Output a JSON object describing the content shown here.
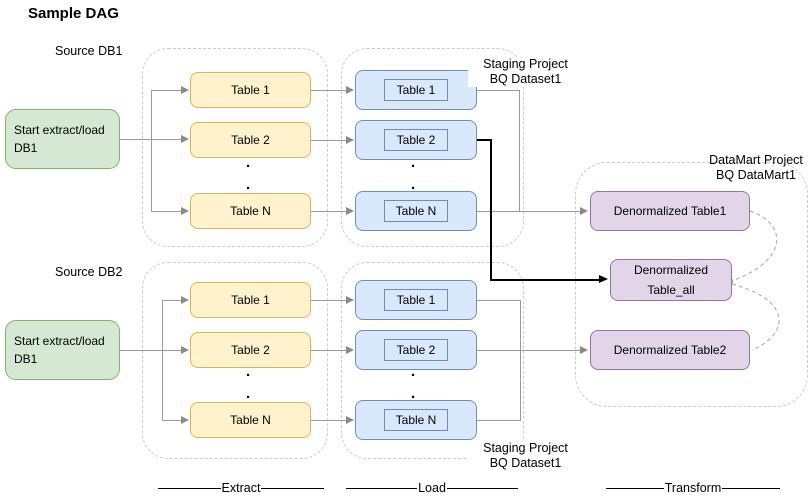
{
  "title": "Sample DAG",
  "dot": ".",
  "stages": {
    "extract": "Extract",
    "load": "Load",
    "transform": "Transform"
  },
  "row1": {
    "source_label": "Source DB1",
    "start": {
      "line1": "Start extract/load",
      "line2": "DB1"
    },
    "extract_tables": [
      "Table 1",
      "Table 2",
      "Table N"
    ],
    "load_tables": [
      "Table 1",
      "Table 2",
      "Table N"
    ],
    "staging_label": {
      "line1": "Staging Project",
      "line2": "BQ Dataset1"
    }
  },
  "row2": {
    "source_label": "Source DB2",
    "start": {
      "line1": "Start extract/load",
      "line2": "DB1"
    },
    "extract_tables": [
      "Table 1",
      "Table 2",
      "Table N"
    ],
    "load_tables": [
      "Table 1",
      "Table 2",
      "Table N"
    ],
    "staging_label": {
      "line1": "Staging Project",
      "line2": "BQ Dataset1"
    }
  },
  "datamart": {
    "label": {
      "line1": "DataMart Project",
      "line2": "BQ DataMart1"
    },
    "table1": "Denormalized Table1",
    "table_all": "Denormalized Table_all",
    "table2": "Denormalized Table2"
  },
  "colors": {
    "start_node_fill": "#d5e8d4",
    "start_node_border": "#82b366",
    "extract_table_fill": "#fff2cc",
    "extract_table_border": "#d6b656",
    "load_table_fill": "#dae8fc",
    "load_table_border": "#6c8ebf",
    "datamart_table_fill": "#e1d5e7",
    "datamart_table_border": "#9673a6",
    "group_border": "#cbcbcb",
    "connector": "#999999",
    "connector_emphasis": "#000000"
  }
}
